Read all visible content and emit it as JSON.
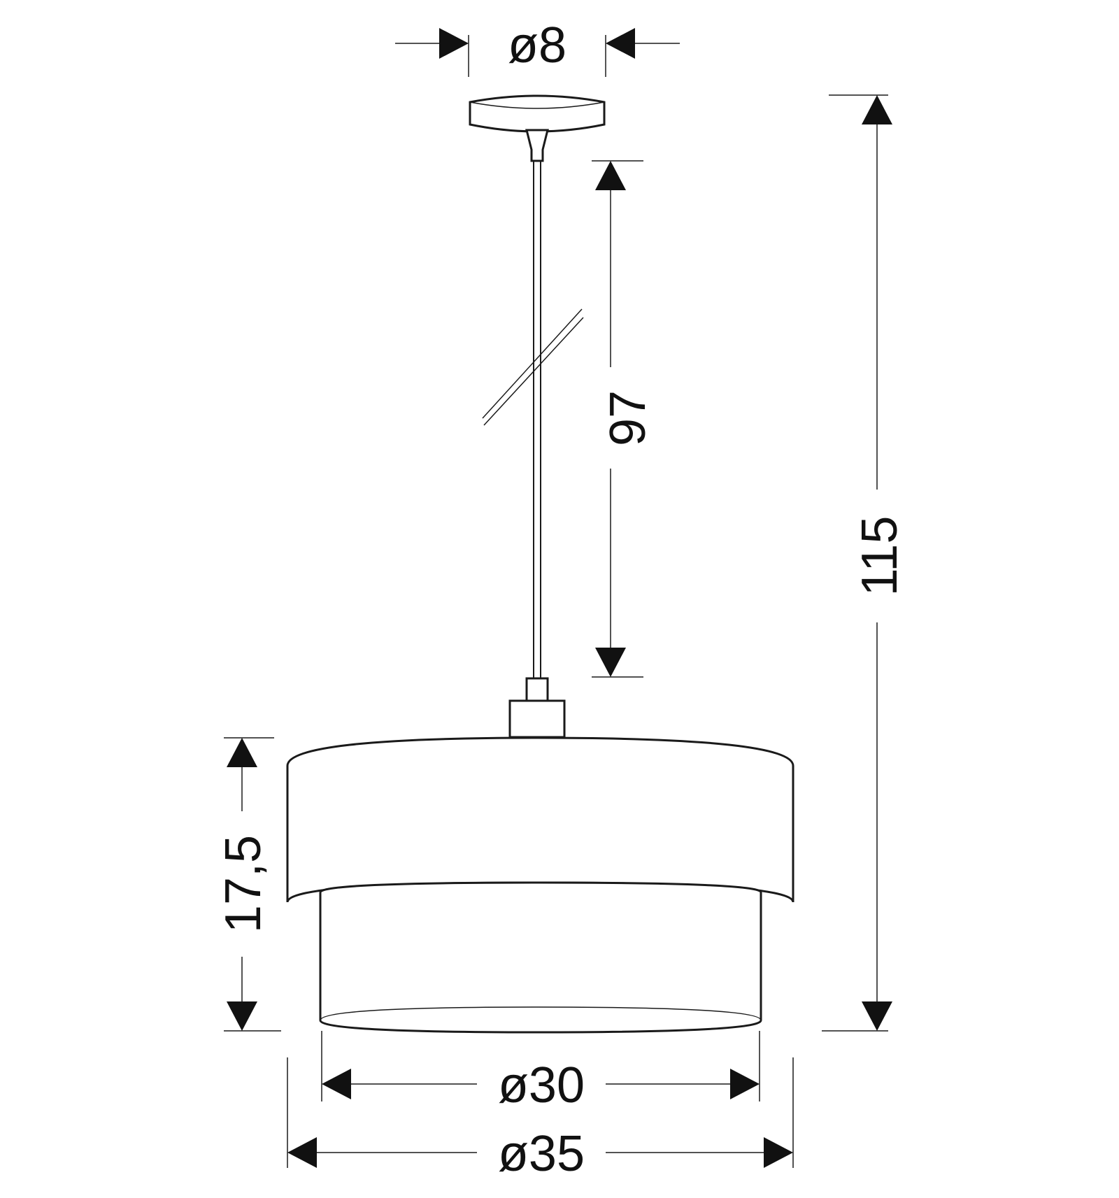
{
  "dimensions": {
    "canopy_diameter": "ø8",
    "cable_length": "97",
    "total_height": "115",
    "shade_height": "17,5",
    "inner_diameter": "ø30",
    "outer_diameter": "ø35"
  },
  "colors": {
    "line": "#1a1a1a",
    "background": "#ffffff"
  }
}
